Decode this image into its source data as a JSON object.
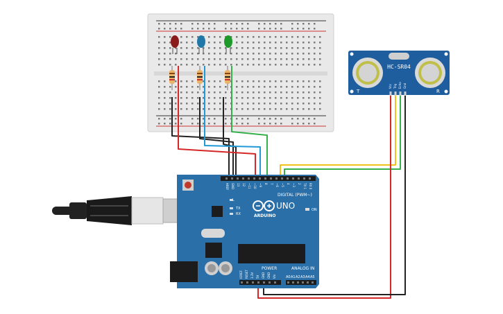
{
  "arduino": {
    "brand": "ARDUINO",
    "model": "UNO",
    "digital_label": "DIGITAL (PWM~)",
    "power_label": "POWER",
    "analog_label": "ANALOG IN",
    "on_label": "ON",
    "l_label": "L",
    "tx_label": "TX",
    "rx_label": "RX",
    "analog_pins": [
      "A0",
      "A1",
      "A2",
      "A3",
      "A4",
      "A5"
    ],
    "power_pins": [
      "IOREF",
      "RESET",
      "3.3V",
      "5V",
      "GND",
      "GND",
      "Vin"
    ],
    "digital_pins": [
      "AREF",
      "GND",
      "13",
      "12",
      "~11",
      "~10",
      "~9",
      "8",
      "7",
      "~6",
      "~5",
      "4",
      "~3",
      "2",
      "TX 1",
      "RX 0"
    ],
    "board_color": "#2a6fa8"
  },
  "sensor": {
    "model": "HC-SR04",
    "pins": [
      "Vcc",
      "Trig",
      "Echo",
      "Gnd"
    ],
    "left_mark": "T",
    "right_mark": "R",
    "board_color": "#1e5e9e"
  },
  "breadboard": {
    "leds": [
      {
        "name": "red",
        "color": "#8b1a1a"
      },
      {
        "name": "blue",
        "color": "#1f78a8"
      },
      {
        "name": "green",
        "color": "#1e9a2a"
      }
    ]
  },
  "wire_colors": {
    "red": "#d62728",
    "black": "#222222",
    "blue": "#1f9ad6",
    "green": "#36b04a",
    "yellow": "#f2c21b"
  }
}
